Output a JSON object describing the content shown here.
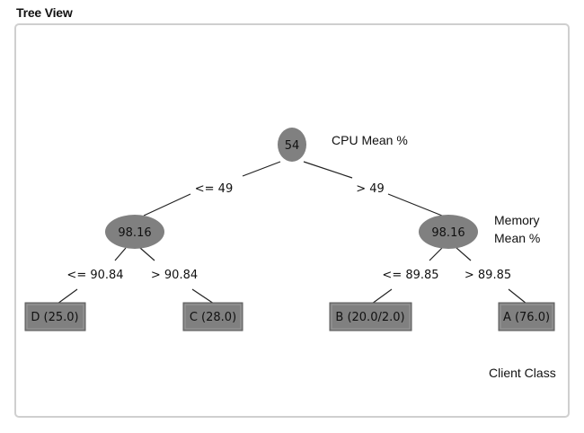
{
  "panel": {
    "title": "Tree View"
  },
  "annotations": {
    "cpu": "CPU Mean %",
    "memory_line1": "Memory",
    "memory_line2": "Mean %",
    "client": "Client Class"
  },
  "tree": {
    "root": {
      "label": "54"
    },
    "left": {
      "label": "98.16"
    },
    "right": {
      "label": "98.16"
    },
    "edges": {
      "root_left": "<= 49",
      "root_right": "> 49",
      "left_d": "<= 90.84",
      "left_c": "> 90.84",
      "right_b": "<= 89.85",
      "right_a": "> 89.85"
    },
    "leaves": {
      "d": "D (25.0)",
      "c": "C (28.0)",
      "b": "B (20.0/2.0)",
      "a": "A (76.0)"
    }
  },
  "colors": {
    "node_fill": "#808080",
    "leaf_fill": "#808080",
    "leaf_border": "#5a5a5a",
    "panel_border": "#cfcfcf"
  }
}
